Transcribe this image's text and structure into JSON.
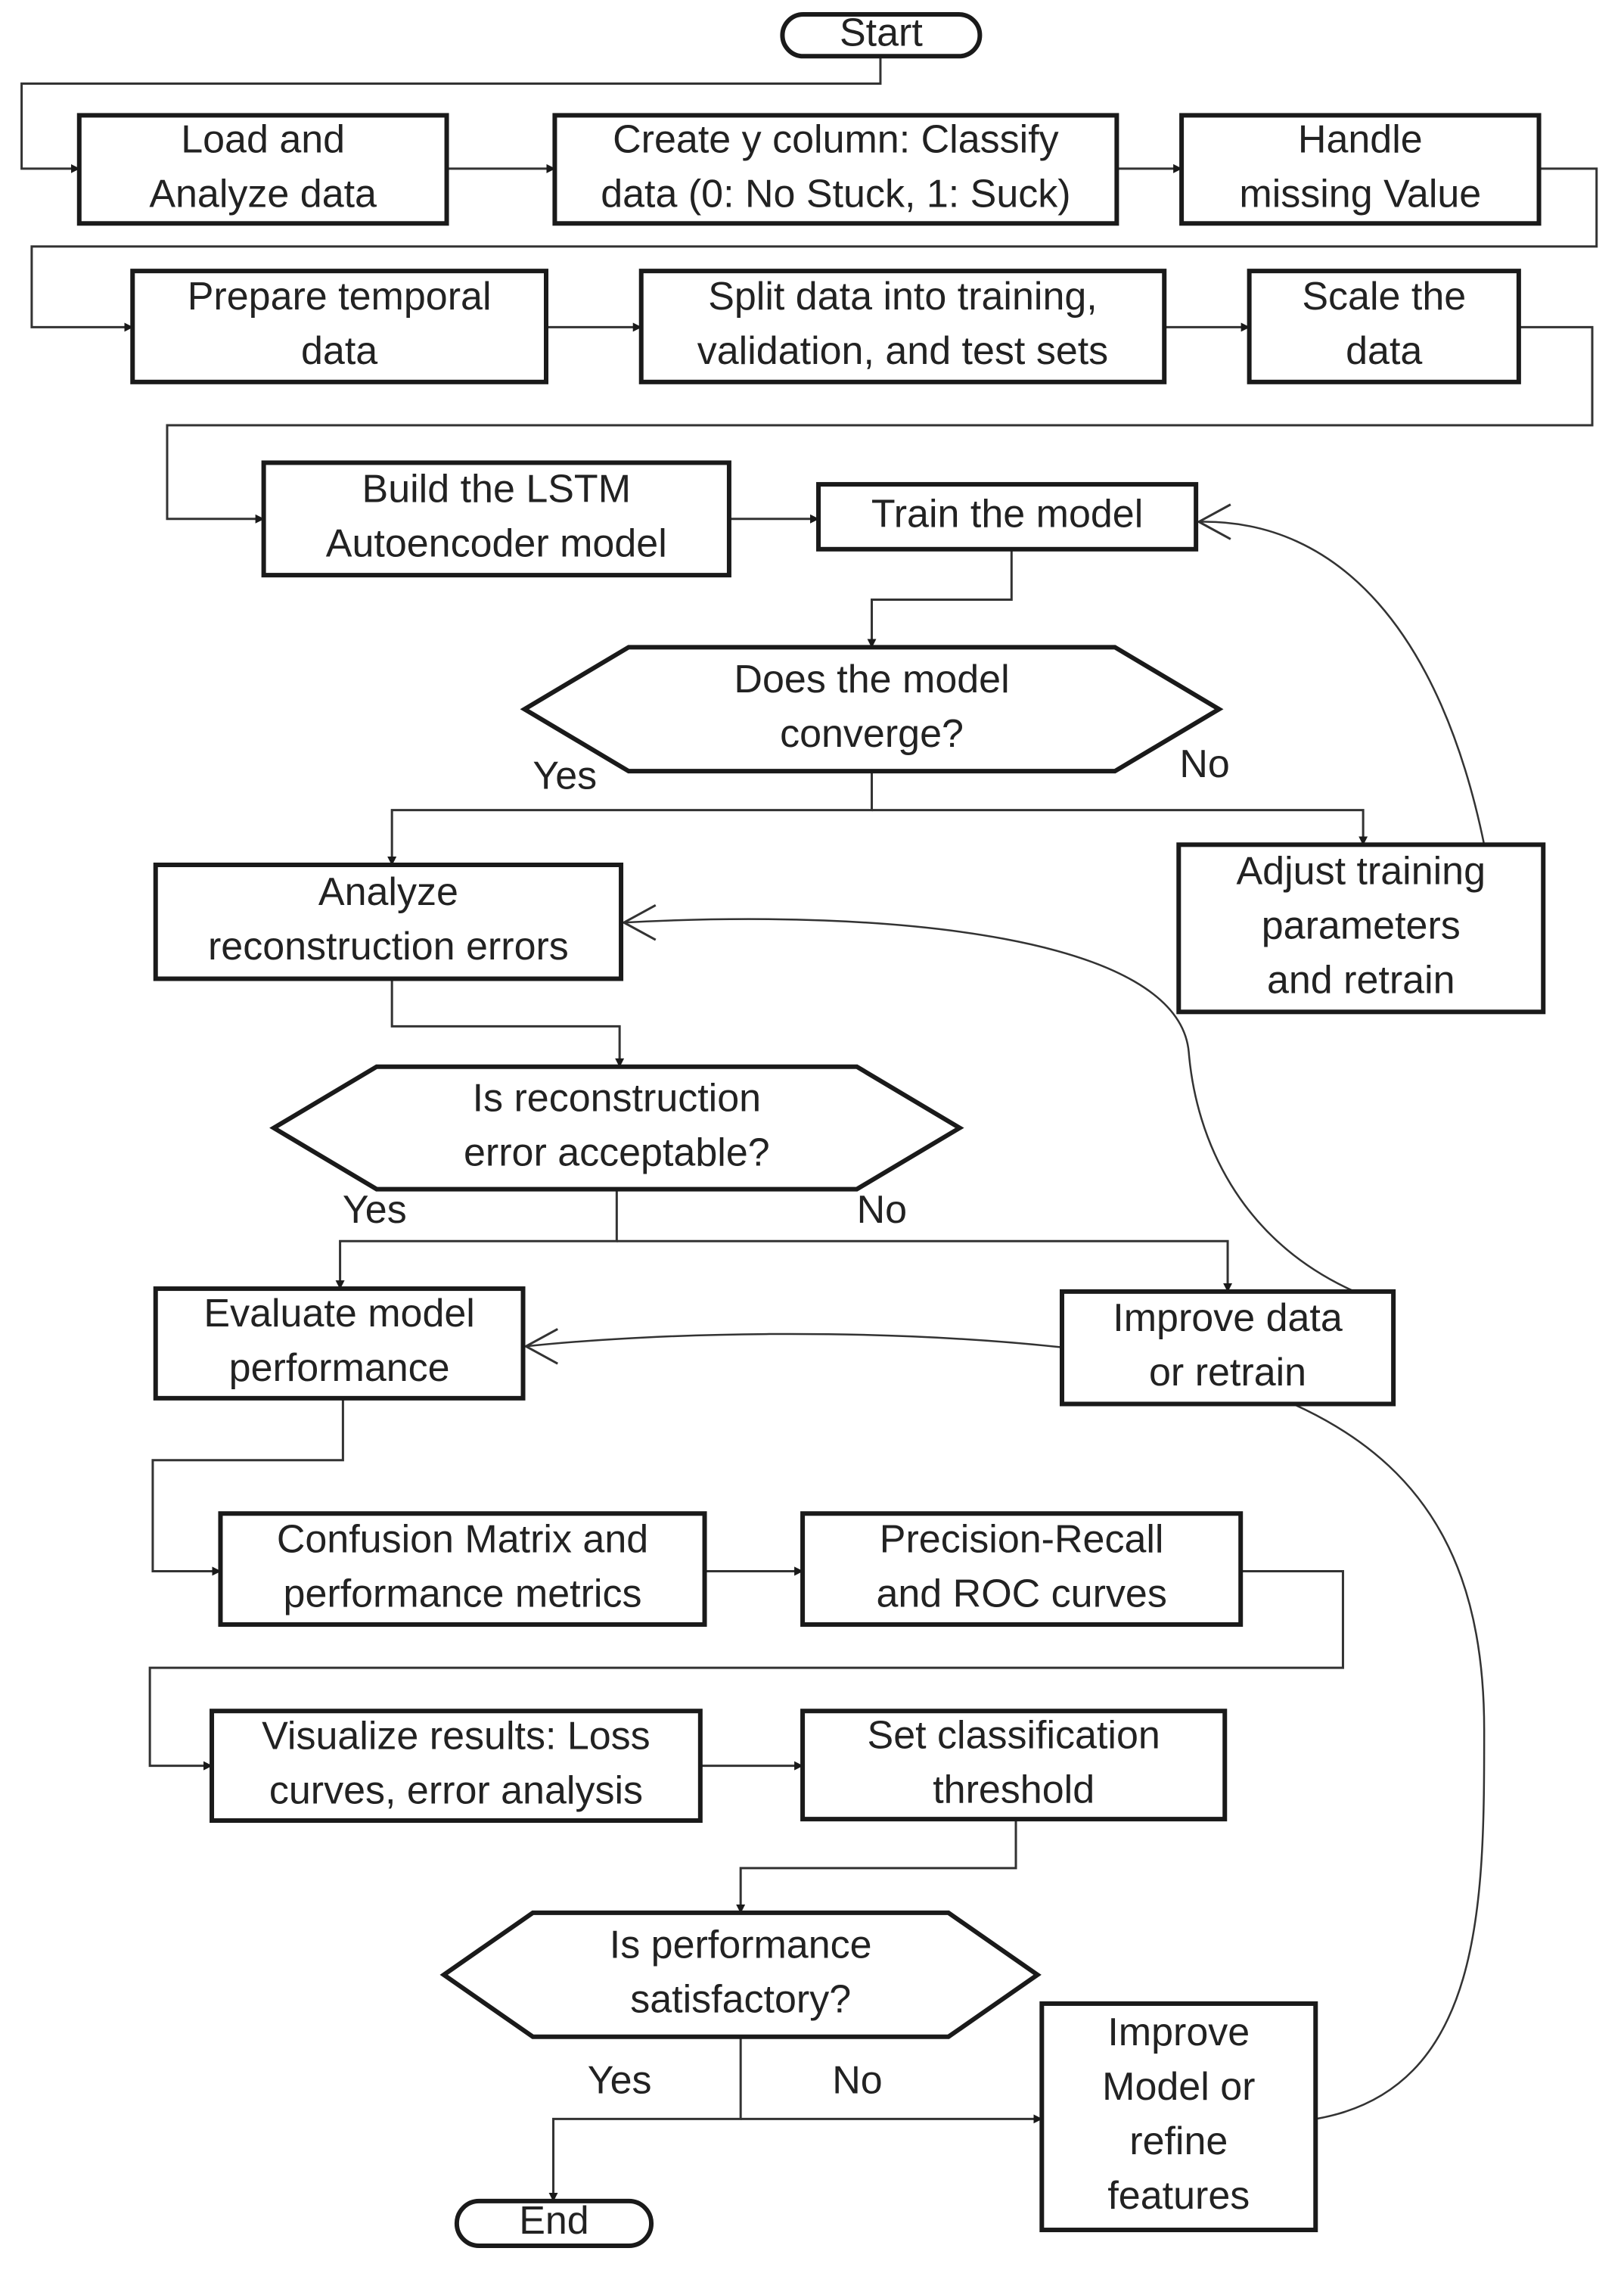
{
  "nodes": {
    "start": {
      "lines": [
        "Start"
      ]
    },
    "load": {
      "lines": [
        "Load and",
        "Analyze data"
      ]
    },
    "create_y": {
      "lines": [
        "Create y column: Classify",
        "data (0: No  Stuck, 1: Suck)"
      ]
    },
    "missing": {
      "lines": [
        "Handle",
        "missing Value"
      ]
    },
    "temporal": {
      "lines": [
        "Prepare temporal",
        "data"
      ]
    },
    "split": {
      "lines": [
        "Split data into training,",
        "validation, and test sets"
      ]
    },
    "scale": {
      "lines": [
        "Scale the",
        "data"
      ]
    },
    "build": {
      "lines": [
        "Build the LSTM",
        "Autoencoder model"
      ]
    },
    "train": {
      "lines": [
        "Train the model"
      ]
    },
    "converge": {
      "lines": [
        "Does the model",
        "converge?"
      ]
    },
    "adjust": {
      "lines": [
        "Adjust training",
        "parameters",
        "and retrain"
      ]
    },
    "analyze_err": {
      "lines": [
        "Analyze",
        "reconstruction errors"
      ]
    },
    "err_ok": {
      "lines": [
        "Is reconstruction",
        "error acceptable?"
      ]
    },
    "improve_data": {
      "lines": [
        "Improve data",
        "or retrain"
      ]
    },
    "evaluate": {
      "lines": [
        "Evaluate model",
        "performance"
      ]
    },
    "confusion": {
      "lines": [
        "Confusion Matrix and",
        "performance metrics"
      ]
    },
    "pr_roc": {
      "lines": [
        "Precision-Recall",
        "and ROC curves"
      ]
    },
    "visualize": {
      "lines": [
        "Visualize results: Loss",
        "curves, error analysis"
      ]
    },
    "threshold": {
      "lines": [
        "Set classification",
        "threshold"
      ]
    },
    "perf_ok": {
      "lines": [
        "Is performance",
        "satisfactory?"
      ]
    },
    "improve_model": {
      "lines": [
        "Improve",
        "Model or",
        "refine",
        "features"
      ]
    },
    "end": {
      "lines": [
        "End"
      ]
    }
  },
  "edge_labels": {
    "converge_yes": "Yes",
    "converge_no": "No",
    "err_yes": "Yes",
    "err_no": "No",
    "perf_yes": "Yes",
    "perf_no": "No"
  }
}
